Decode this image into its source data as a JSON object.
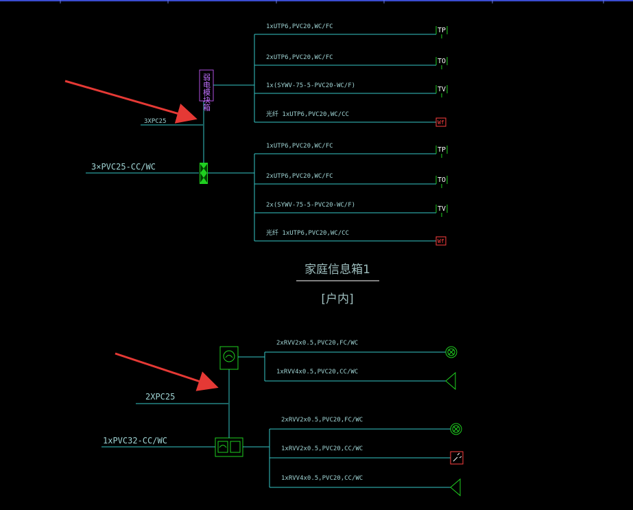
{
  "colors": {
    "background": "#000000",
    "wire": "#36c7c7",
    "device": "#20d020",
    "arrow": "#e53935",
    "box_purple": "#b050e0",
    "outlet_red": "#ff4040",
    "ruler": "#3a4cd0"
  },
  "upper": {
    "feeder_label": "3×PVC25-CC/WC",
    "riser_label": "3XPC25",
    "module_text": "弱电模块箱",
    "group_a": [
      {
        "label": "1xUTP6,PVC20,WC/FC",
        "tag": "TP"
      },
      {
        "label": "2xUTP6,PVC20,WC/FC",
        "tag": "TO"
      },
      {
        "label": "1x(SYWV-75-5-PVC20-WC/F)",
        "tag": "TV"
      },
      {
        "label": "光纤 1xUTP6,PVC20,WC/CC",
        "tag": "Wf"
      }
    ],
    "group_b": [
      {
        "label": "1xUTP6,PVC20,WC/FC",
        "tag": "TP"
      },
      {
        "label": "2xUTP6,PVC20,WC/FC",
        "tag": "TO"
      },
      {
        "label": "2x(SYWV-75-5-PVC20-WC/F)",
        "tag": "TV"
      },
      {
        "label": "光纤 1xUTP6,PVC20,WC/CC",
        "tag": "Wf"
      }
    ]
  },
  "title": {
    "main": "家庭信息箱1",
    "sub": "[户内]"
  },
  "lower": {
    "feeder_label": "1xPVC32-CC/WC",
    "riser_label": "2XPC25",
    "group_a": [
      {
        "label": "2xRVV2x0.5,PVC20,FC/WC",
        "icon": "lamp-icon"
      },
      {
        "label": "1xRVV4x0.5,PVC20,CC/WC",
        "icon": "speaker-icon"
      }
    ],
    "group_b": [
      {
        "label": "2xRVV2x0.5,PVC20,FC/WC",
        "icon": "lamp-icon"
      },
      {
        "label": "1xRVV2x0.5,PVC20,CC/WC",
        "icon": "detector-icon"
      },
      {
        "label": "1xRVV4x0.5,PVC20,CC/WC",
        "icon": "speaker-icon"
      }
    ]
  }
}
